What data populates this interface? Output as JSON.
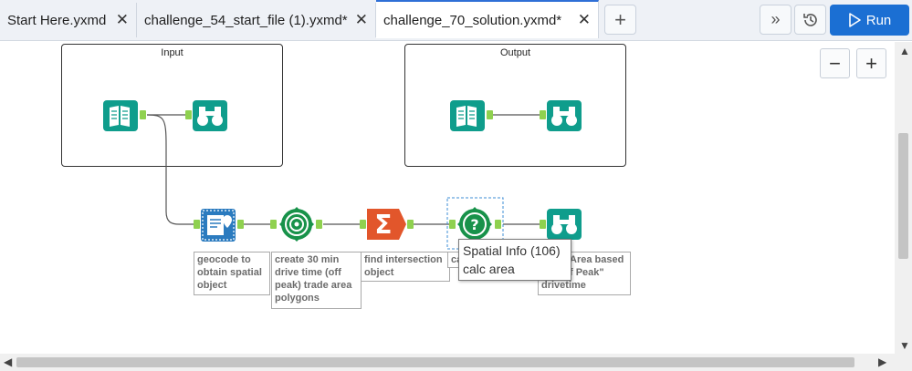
{
  "tabs": [
    {
      "label": "Start Here.yxmd"
    },
    {
      "label": "challenge_54_start_file (1).yxmd*"
    },
    {
      "label": "challenge_70_solution.yxmd*"
    }
  ],
  "toolbar": {
    "add_tab": "+",
    "more": "»",
    "history": "↺",
    "run_label": "Run"
  },
  "zoom": {
    "out": "−",
    "in": "+"
  },
  "containers": [
    {
      "title": "Input"
    },
    {
      "title": "Output"
    }
  ],
  "annotations": {
    "geocode": [
      "geocode to",
      "obtain spatial",
      "object"
    ],
    "drivetime": [
      "create 30 min",
      "drive time (off",
      "peak) trade area",
      "polygons"
    ],
    "intersection": [
      "find intersection",
      "object"
    ],
    "calc": "ca",
    "output_note": [
      "Area based",
      "f Peak\"",
      "drivetime"
    ]
  },
  "tooltip": {
    "title": "Spatial Info (106)",
    "subtitle": "calc area"
  },
  "colors": {
    "accent": "#1b6fd3",
    "teal": "#0f9d8c",
    "green": "#18924a",
    "orange": "#e2562b",
    "port": "#8fd14f"
  }
}
